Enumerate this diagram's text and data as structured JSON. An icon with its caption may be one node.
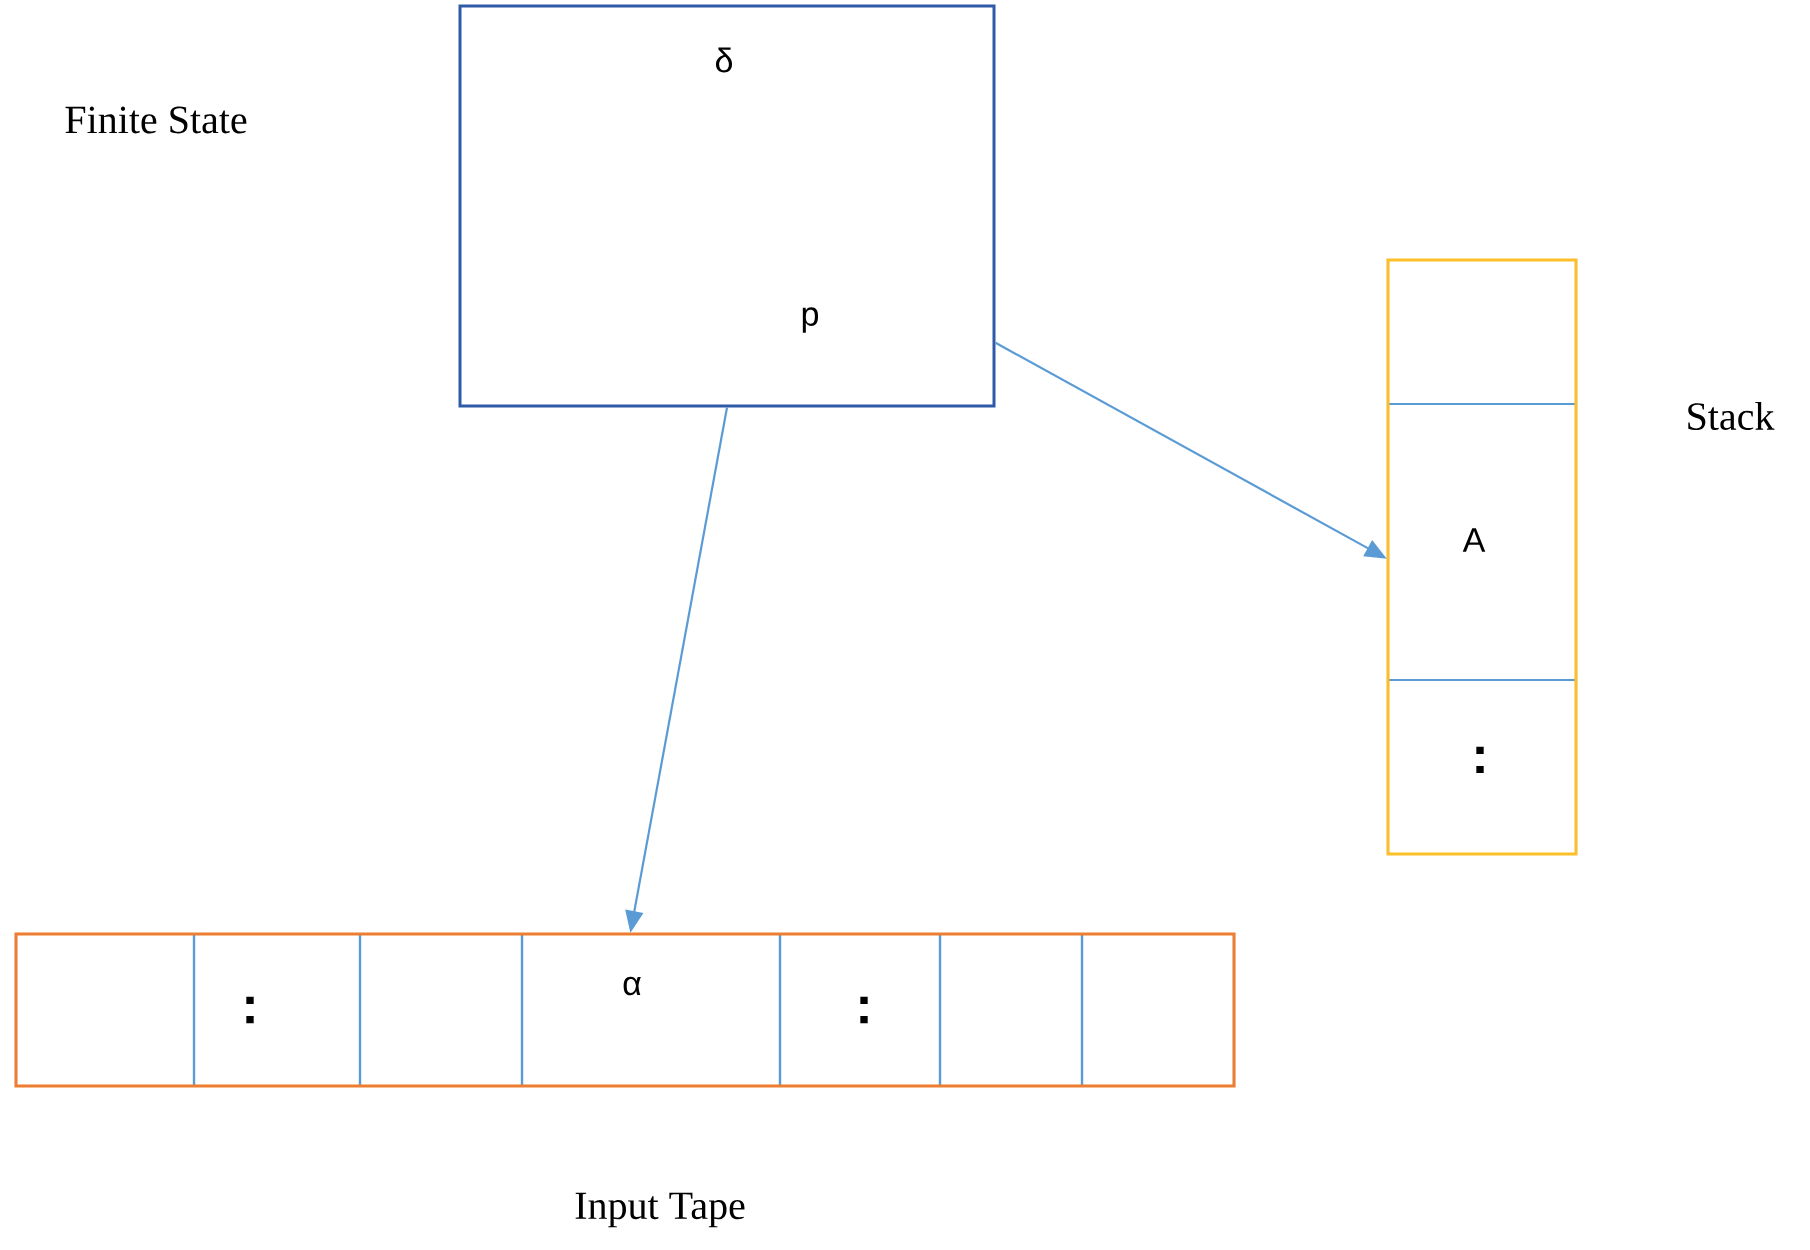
{
  "diagram": {
    "nodes": [
      {
        "text": [
          "δ",
          "p"
        ]
      },
      {
        "text": [
          "Stack"
        ]
      },
      {
        "text": [],
        "shape": "box",
        "in": 1
      },
      {
        "text": [
          "A"
        ],
        "in": 1
      },
      {
        "text": [
          ":"
        ],
        "in": 1
      },
      {
        "text": [
          "Input Tape"
        ]
      },
      {
        "text": [],
        "shape": "box",
        "in": 5
      },
      {
        "text": [
          ":"
        ],
        "in": 5
      },
      {
        "text": [],
        "shape": "box",
        "in": 5
      },
      {
        "text": [
          "α"
        ],
        "in": 5
      },
      {
        "text": [
          ":"
        ],
        "in": 5
      },
      {
        "text": [],
        "shape": "box",
        "in": 5
      },
      {
        "text": [],
        "shape": "box",
        "in": 5
      }
    ],
    "edges": [
      {
        "from": 0,
        "to": 3,
        "arrow": "to"
      },
      {
        "from": 0,
        "to": 9,
        "arrow": "to"
      }
    ],
    "labels": [
      "Finite State"
    ]
  }
}
